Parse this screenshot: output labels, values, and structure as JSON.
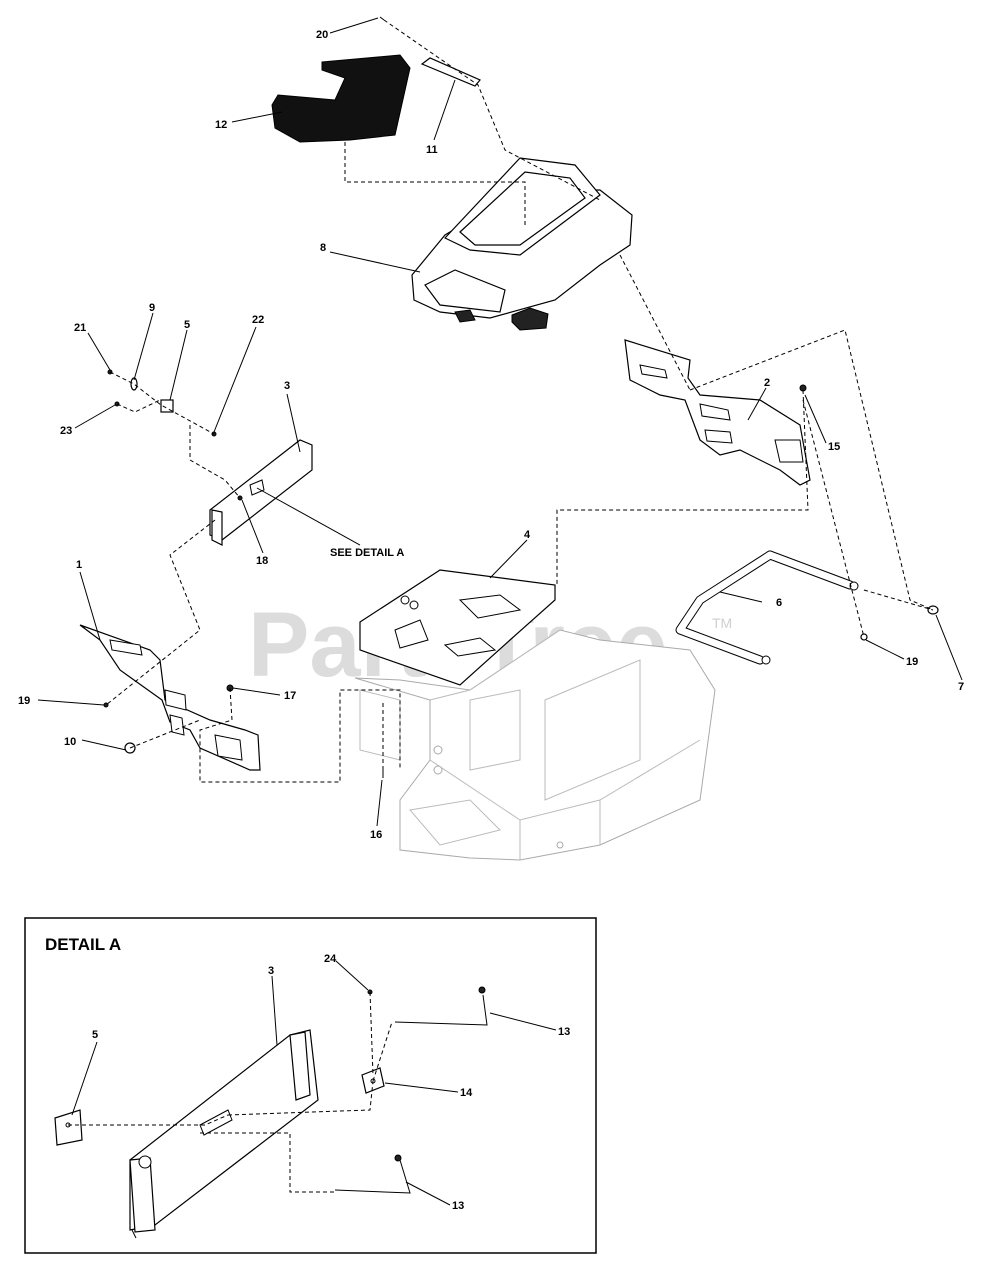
{
  "watermark": {
    "text": "PartsTree",
    "tm": "TM"
  },
  "callouts": {
    "c1": "1",
    "c2": "2",
    "c3": "3",
    "c4": "4",
    "c5": "5",
    "c6": "6",
    "c7": "7",
    "c8": "8",
    "c9": "9",
    "c10": "10",
    "c11": "11",
    "c12": "12",
    "c15": "15",
    "c16": "16",
    "c17": "17",
    "c18": "18",
    "c19a": "19",
    "c19b": "19",
    "c20": "20",
    "c21": "21",
    "c22": "22",
    "c23": "23"
  },
  "see_detail": "SEE DETAIL A",
  "detail": {
    "title": "DETAIL A",
    "callouts": {
      "d3": "3",
      "d5": "5",
      "d13a": "13",
      "d13b": "13",
      "d14": "14",
      "d24": "24"
    }
  }
}
